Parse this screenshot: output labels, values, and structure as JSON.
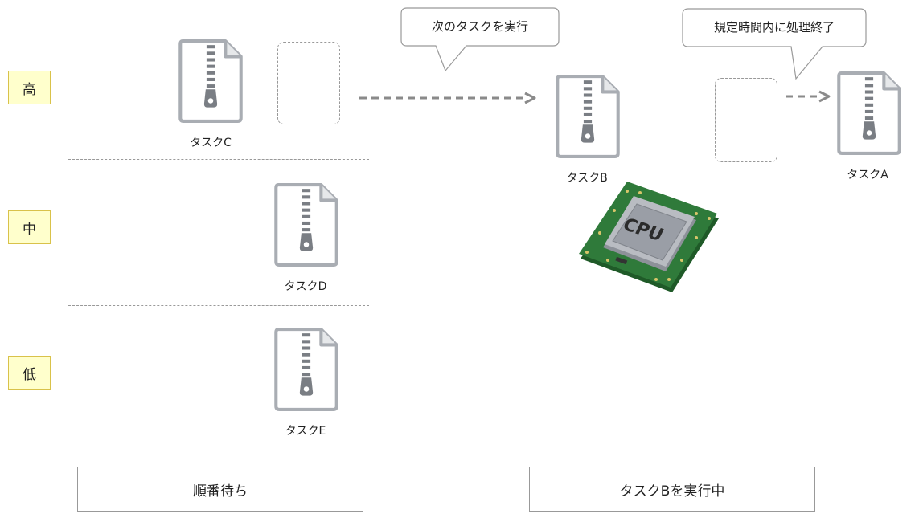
{
  "priority_levels": {
    "high": "高",
    "medium": "中",
    "low": "低"
  },
  "tasks": {
    "a": "タスクA",
    "b": "タスクB",
    "c": "タスクC",
    "d": "タスクD",
    "e": "タスクE"
  },
  "bubbles": {
    "next_task": "次のタスクを実行",
    "time_up": "規定時間内に処理終了"
  },
  "cpu": {
    "label": "CPU",
    "colors": {
      "board": "#2f7a3a",
      "board_edge": "#1f5a28",
      "chip": "#b9bcc2",
      "chip_top": "#9a9ea6",
      "pin": "#d8c56a"
    }
  },
  "icons": {
    "file": "zip-file-icon",
    "cpu": "cpu-chip-icon",
    "arrow": "dashed-arrow-icon"
  },
  "footer": {
    "waiting": "順番待ち",
    "running": "タスクBを実行中"
  },
  "colors": {
    "label_bg": "#ffffcc",
    "label_border": "#d9c24a",
    "file_stroke": "#a9adb3",
    "zipper": "#7a7e84",
    "arrow": "#8a8a8a"
  }
}
